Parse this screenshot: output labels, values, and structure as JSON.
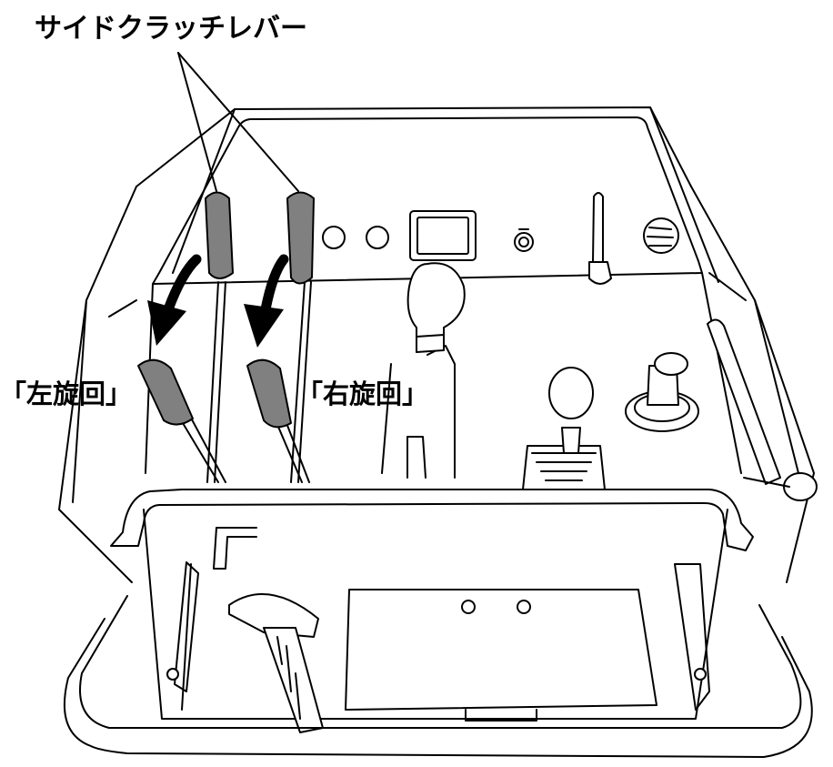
{
  "labels": {
    "side_clutch_lever": "サイドクラッチレバー",
    "left_turn": "「左旋回」",
    "right_turn": "「右旋回」"
  },
  "colors": {
    "outline": "#000000",
    "lever_grip": "#808080",
    "arrow": "#000000",
    "background": "#ffffff"
  }
}
